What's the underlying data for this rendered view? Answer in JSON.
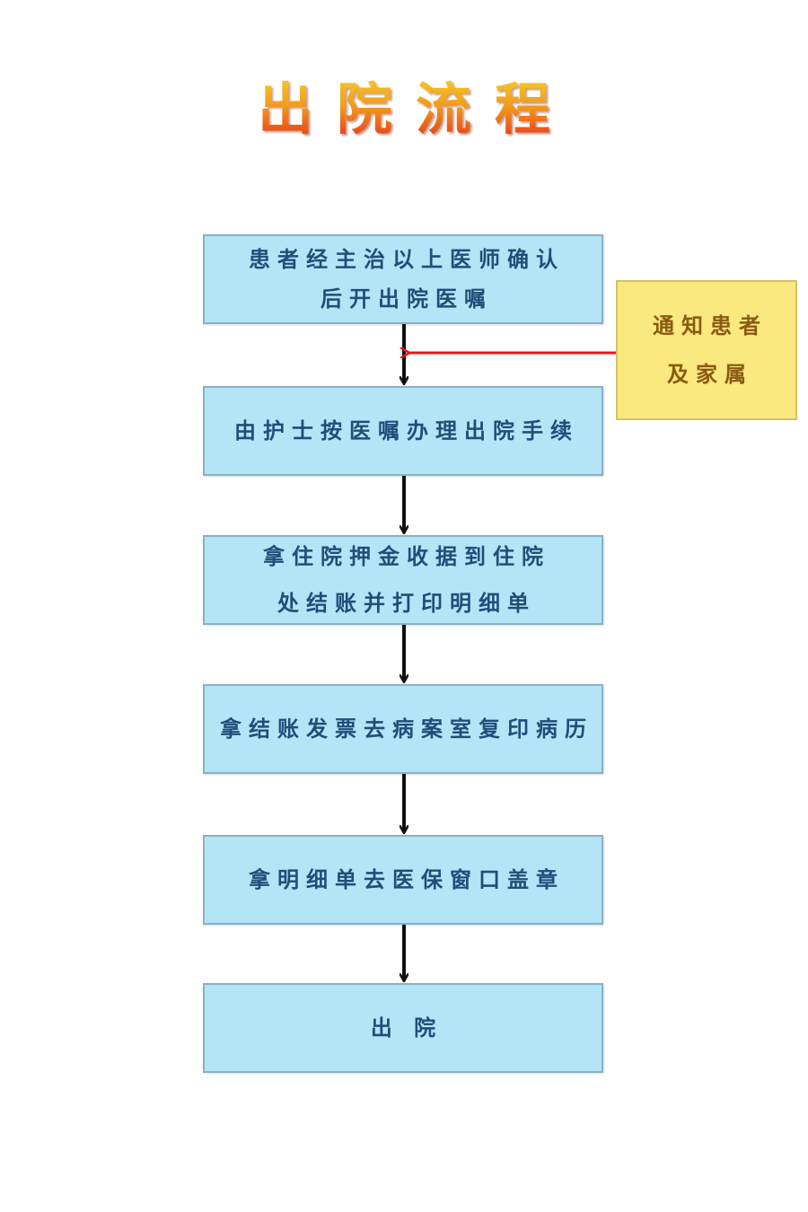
{
  "title": "出院流程",
  "steps": [
    {
      "lines": [
        "患者经主治以上医师确认",
        "后开出院医嘱"
      ]
    },
    {
      "lines": [
        "由护士按医嘱办理出院手续"
      ]
    },
    {
      "lines": [
        "拿住院押金收据到住院",
        "处结账并打印明细单"
      ]
    },
    {
      "lines": [
        "拿结账发票去病案室复印病历"
      ]
    },
    {
      "lines": [
        "拿明细单去医保窗口盖章"
      ]
    },
    {
      "lines": [
        "出 院"
      ]
    }
  ],
  "side_note": {
    "lines": [
      "通知患者",
      "及家属"
    ]
  },
  "colors": {
    "step_fill": "#b3e5f7",
    "step_text": "#1f4e7a",
    "note_fill": "#f9e97e",
    "note_text": "#8a5a10",
    "flow_arrow": "#111111",
    "note_arrow": "#e8141a"
  }
}
